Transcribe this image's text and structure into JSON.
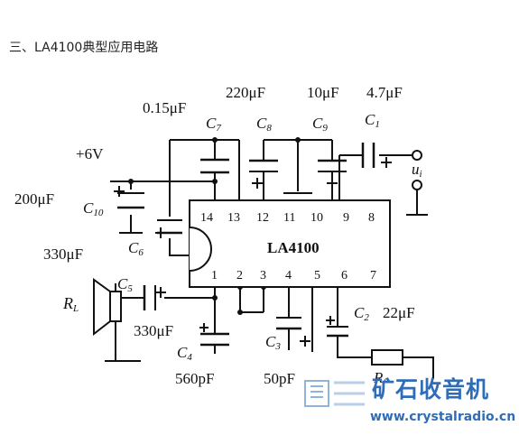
{
  "page_title": "三、LA4100典型应用电路",
  "ic": {
    "label": "LA4100",
    "top_pins": [
      "14",
      "13",
      "12",
      "11",
      "10",
      "9",
      "8"
    ],
    "bottom_pins": [
      "1",
      "2",
      "3",
      "4",
      "5",
      "6",
      "7"
    ]
  },
  "supply": "+6V",
  "components": {
    "c1": {
      "name": "C",
      "sub": "1",
      "value": "4.7μF"
    },
    "c2": {
      "name": "C",
      "sub": "2",
      "value": "22μF"
    },
    "c3": {
      "name": "C",
      "sub": "3",
      "value": "50pF"
    },
    "c4": {
      "name": "C",
      "sub": "4",
      "value": "560pF"
    },
    "c5": {
      "name": "C",
      "sub": "5",
      "value": "330μF"
    },
    "c6": {
      "name": "C",
      "sub": "6",
      "value": "330μF"
    },
    "c7": {
      "name": "C",
      "sub": "7",
      "value": "0.15μF"
    },
    "c8": {
      "name": "C",
      "sub": "8",
      "value": "220μF"
    },
    "c9": {
      "name": "C",
      "sub": "9",
      "value": "10μF"
    },
    "c10": {
      "name": "C",
      "sub": "10",
      "value": "200μF"
    },
    "rl": {
      "name": "R",
      "sub": "L"
    },
    "rf": {
      "name": "R",
      "sub": "f"
    },
    "ui": {
      "name": "u",
      "sub": "i"
    }
  },
  "watermark": {
    "site_name": "矿石收音机",
    "url": "www.crystalradio.cn",
    "icon": "crystalradio-logo-icon"
  },
  "colors": {
    "ink": "#111111",
    "watermark_blue": "#2f6db8"
  }
}
